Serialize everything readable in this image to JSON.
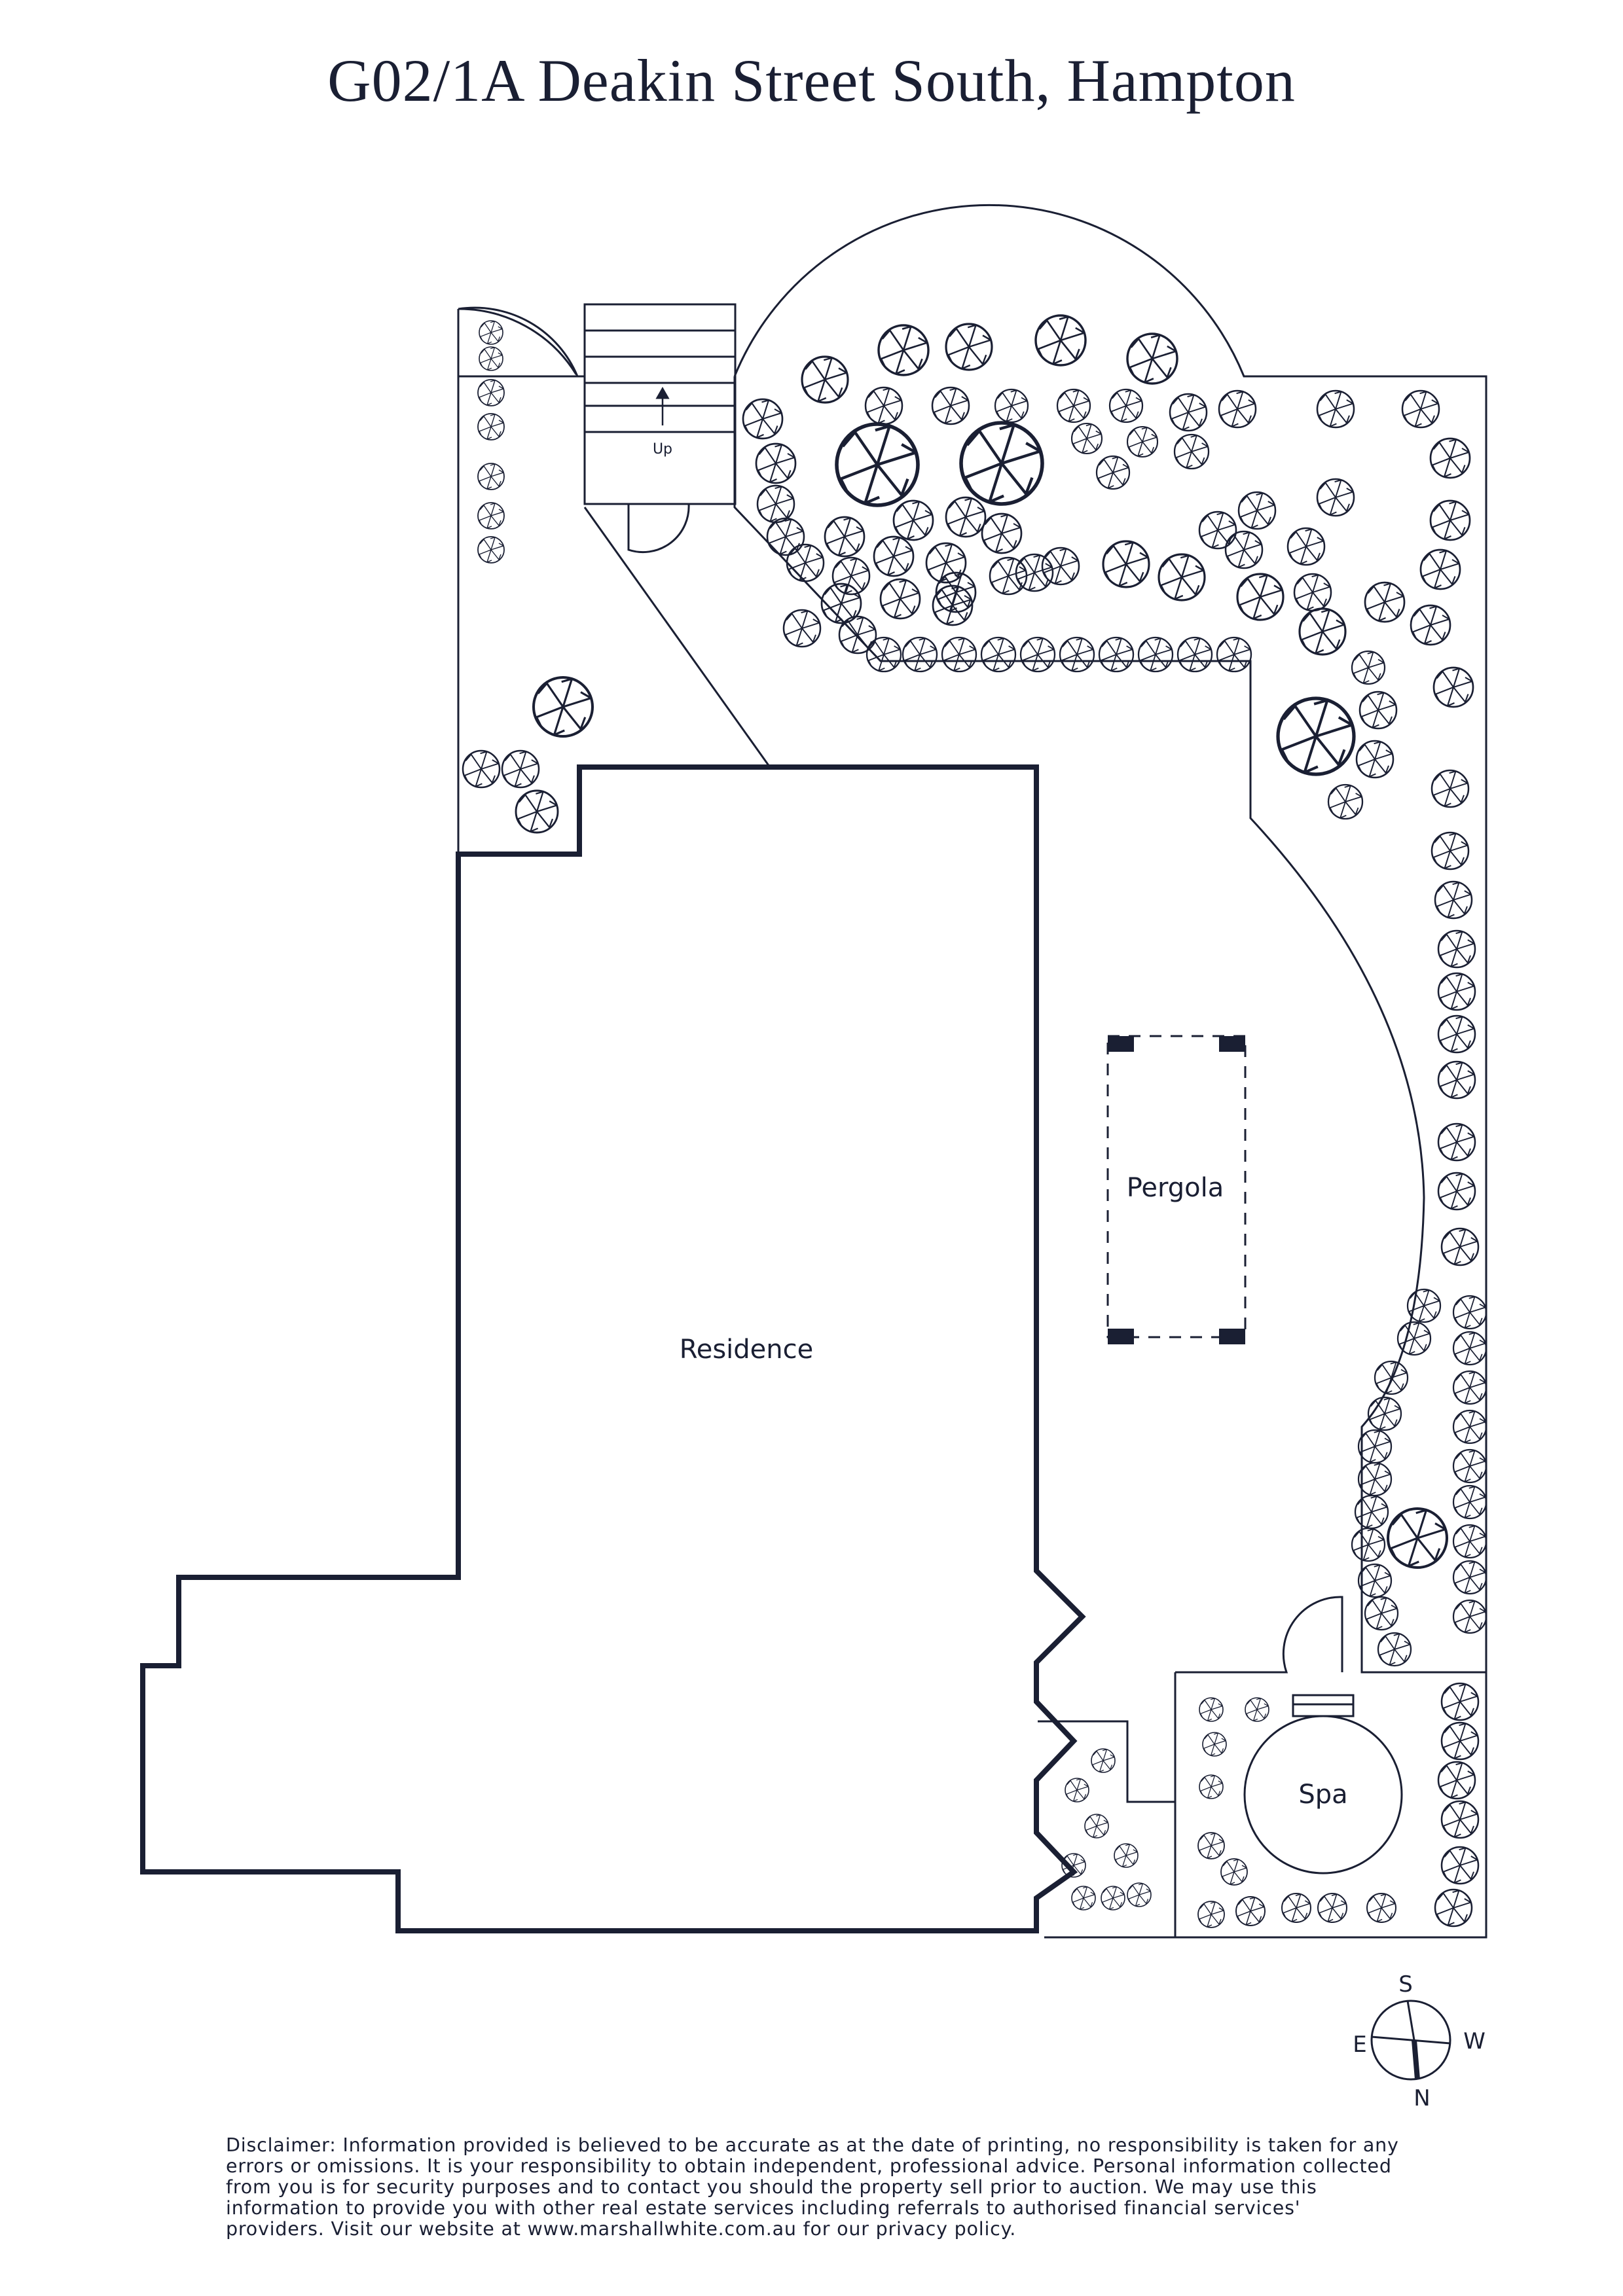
{
  "title": "G02/1A Deakin Street South, Hampton",
  "labels": {
    "residence": "Residence",
    "pergola": "Pergola",
    "spa": "Spa",
    "stairs": "Up"
  },
  "compass": {
    "s": "S",
    "w": "W",
    "e": "E",
    "n": "N"
  },
  "disclaimer": "Disclaimer: Information provided is believed to be accurate as at the date of printing, no responsibility is taken for any errors or omissions. It is your responsibility to obtain independent, professional advice. Personal information collected from you is for security purposes and to contact you should the property sell prior to auction. We may use this information to provide you with other real estate services including referrals to authorised financial services' providers. Visit our website at www.marshallwhite.com.au for our privacy policy.",
  "colors": {
    "ink": "#1a1f33",
    "background": "#ffffff"
  },
  "icons": [
    "tree-icon",
    "compass-icon",
    "up-arrow-icon"
  ]
}
